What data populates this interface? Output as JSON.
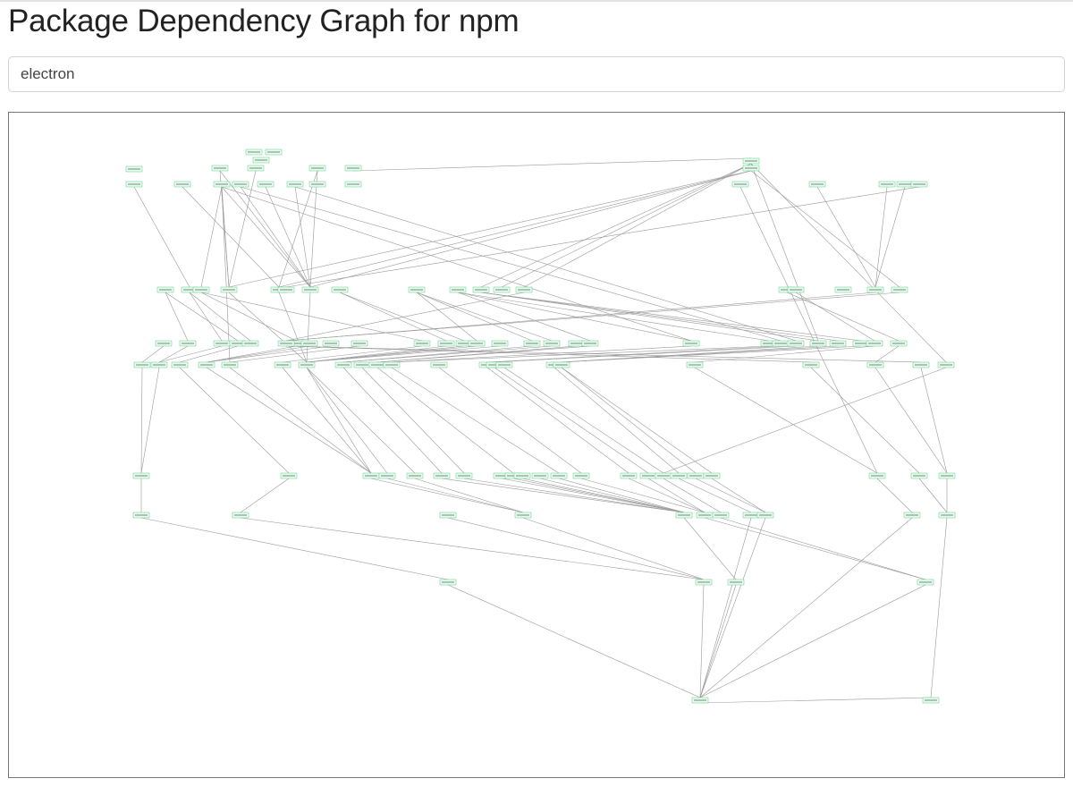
{
  "page": {
    "title": "Package Dependency Graph for npm"
  },
  "search": {
    "value": "electron"
  },
  "graph": {
    "node_fill": "#eafaf0",
    "node_stroke": "#5fd08a",
    "edge_color": "#9a9a9a",
    "nodes": [
      {
        "id": "a1"
      },
      {
        "id": "a2"
      },
      {
        "id": "a3"
      },
      {
        "id": "a4"
      },
      {
        "id": "a5"
      },
      {
        "id": "a6"
      },
      {
        "id": "a7"
      },
      {
        "id": "a8"
      },
      {
        "id": "a9"
      },
      {
        "id": "a10"
      },
      {
        "id": "a11"
      },
      {
        "id": "a12"
      },
      {
        "id": "a13"
      },
      {
        "id": "a14"
      },
      {
        "id": "a15"
      },
      {
        "id": "a16"
      },
      {
        "id": "a17"
      },
      {
        "id": "a18"
      },
      {
        "id": "a19"
      },
      {
        "id": "a20"
      },
      {
        "id": "a21"
      },
      {
        "id": "a22"
      },
      {
        "id": "a23"
      },
      {
        "id": "b1"
      },
      {
        "id": "b2"
      },
      {
        "id": "b3"
      },
      {
        "id": "b4"
      },
      {
        "id": "b5"
      },
      {
        "id": "b6"
      },
      {
        "id": "b7"
      },
      {
        "id": "b8"
      },
      {
        "id": "b9"
      },
      {
        "id": "b10"
      },
      {
        "id": "b11"
      },
      {
        "id": "b12"
      },
      {
        "id": "b13"
      },
      {
        "id": "b14"
      },
      {
        "id": "b15"
      },
      {
        "id": "b16"
      },
      {
        "id": "b17"
      },
      {
        "id": "b18"
      },
      {
        "id": "c1"
      },
      {
        "id": "c2"
      },
      {
        "id": "c3"
      },
      {
        "id": "c4"
      },
      {
        "id": "c5"
      },
      {
        "id": "c6"
      },
      {
        "id": "c7"
      },
      {
        "id": "c8"
      },
      {
        "id": "c9"
      },
      {
        "id": "c10"
      },
      {
        "id": "c11"
      },
      {
        "id": "c12"
      },
      {
        "id": "c13"
      },
      {
        "id": "c14"
      },
      {
        "id": "c15"
      },
      {
        "id": "c16"
      },
      {
        "id": "c17"
      },
      {
        "id": "c18"
      },
      {
        "id": "c19"
      },
      {
        "id": "c20"
      },
      {
        "id": "c21"
      },
      {
        "id": "c22"
      },
      {
        "id": "c23"
      },
      {
        "id": "c24"
      },
      {
        "id": "c25"
      },
      {
        "id": "c26"
      },
      {
        "id": "c27"
      },
      {
        "id": "c28"
      },
      {
        "id": "d1"
      },
      {
        "id": "d2"
      },
      {
        "id": "d3"
      },
      {
        "id": "d4"
      },
      {
        "id": "d5"
      },
      {
        "id": "d6"
      },
      {
        "id": "d7"
      },
      {
        "id": "d8"
      },
      {
        "id": "d9"
      },
      {
        "id": "d10"
      },
      {
        "id": "d11"
      },
      {
        "id": "d12"
      },
      {
        "id": "d13"
      },
      {
        "id": "d14"
      },
      {
        "id": "d15"
      },
      {
        "id": "d16"
      },
      {
        "id": "d17"
      },
      {
        "id": "d18"
      },
      {
        "id": "d19"
      },
      {
        "id": "d20"
      },
      {
        "id": "d21"
      },
      {
        "id": "d22"
      },
      {
        "id": "e1"
      },
      {
        "id": "e2"
      },
      {
        "id": "e3"
      },
      {
        "id": "e4"
      },
      {
        "id": "e5"
      },
      {
        "id": "e6"
      },
      {
        "id": "e7"
      },
      {
        "id": "e8"
      },
      {
        "id": "e9"
      },
      {
        "id": "e10"
      },
      {
        "id": "e11"
      },
      {
        "id": "e12"
      },
      {
        "id": "e13"
      },
      {
        "id": "e14"
      },
      {
        "id": "e15"
      },
      {
        "id": "e16"
      },
      {
        "id": "e17"
      },
      {
        "id": "e18"
      },
      {
        "id": "e19"
      },
      {
        "id": "e20"
      },
      {
        "id": "e21"
      },
      {
        "id": "e22"
      },
      {
        "id": "f1"
      },
      {
        "id": "f2"
      },
      {
        "id": "f3"
      },
      {
        "id": "f4"
      },
      {
        "id": "f5"
      },
      {
        "id": "f6"
      },
      {
        "id": "f7"
      },
      {
        "id": "f8"
      },
      {
        "id": "f9"
      },
      {
        "id": "f10"
      },
      {
        "id": "f11"
      },
      {
        "id": "g1"
      },
      {
        "id": "g2"
      },
      {
        "id": "g3"
      },
      {
        "id": "g4"
      },
      {
        "id": "g5"
      },
      {
        "id": "g6"
      }
    ],
    "edges": [
      [
        "a2",
        "b2"
      ],
      [
        "a3",
        "b5"
      ],
      [
        "a7",
        "b3"
      ],
      [
        "a7",
        "b4"
      ],
      [
        "a7",
        "b6"
      ],
      [
        "a7",
        "c19"
      ],
      [
        "a7",
        "d5"
      ],
      [
        "a8",
        "b4"
      ],
      [
        "a8",
        "b6"
      ],
      [
        "a9",
        "b6"
      ],
      [
        "a9",
        "c21"
      ],
      [
        "a10",
        "b4"
      ],
      [
        "a12",
        "b6"
      ],
      [
        "a12",
        "c22"
      ],
      [
        "a11",
        "b6"
      ],
      [
        "a13",
        "b6"
      ],
      [
        "a13",
        "b5"
      ],
      [
        "a14",
        "a15"
      ],
      [
        "a15",
        "b10"
      ],
      [
        "a15",
        "b11"
      ],
      [
        "a15",
        "b12"
      ],
      [
        "a15",
        "c23"
      ],
      [
        "a15",
        "d22"
      ],
      [
        "a16",
        "b17"
      ],
      [
        "a17",
        "e20"
      ],
      [
        "a18",
        "b16"
      ],
      [
        "a19",
        "b16"
      ],
      [
        "a20",
        "b16"
      ],
      [
        "a21",
        "b18"
      ],
      [
        "a16",
        "b6"
      ],
      [
        "a16",
        "b4"
      ],
      [
        "a16",
        "b5"
      ],
      [
        "b1",
        "c2"
      ],
      [
        "b1",
        "c4"
      ],
      [
        "b2",
        "c3"
      ],
      [
        "b2",
        "c5"
      ],
      [
        "b3",
        "c6"
      ],
      [
        "b3",
        "c10"
      ],
      [
        "b4",
        "d7"
      ],
      [
        "b5",
        "d7"
      ],
      [
        "b6",
        "d7"
      ],
      [
        "b7",
        "c11"
      ],
      [
        "b7",
        "c12"
      ],
      [
        "b8",
        "c13"
      ],
      [
        "b8",
        "c15"
      ],
      [
        "b8",
        "c16"
      ],
      [
        "b9",
        "c18"
      ],
      [
        "b9",
        "c19"
      ],
      [
        "b9",
        "c20"
      ],
      [
        "b10",
        "c23"
      ],
      [
        "b10",
        "c24"
      ],
      [
        "b10",
        "c25"
      ],
      [
        "b12",
        "c28"
      ],
      [
        "b14",
        "c26"
      ],
      [
        "b16",
        "c28"
      ],
      [
        "b17",
        "c28"
      ],
      [
        "b13",
        "c27"
      ],
      [
        "c1",
        "d1"
      ],
      [
        "c2",
        "d2"
      ],
      [
        "c3",
        "d2"
      ],
      [
        "c4",
        "d3"
      ],
      [
        "c6",
        "d4"
      ],
      [
        "c7",
        "d4"
      ],
      [
        "c8",
        "d4"
      ],
      [
        "c9",
        "d5"
      ],
      [
        "c10",
        "d6"
      ],
      [
        "c11",
        "d7"
      ],
      [
        "c12",
        "d7"
      ],
      [
        "c13",
        "d7"
      ],
      [
        "c14",
        "d7"
      ],
      [
        "c15",
        "d8"
      ],
      [
        "c16",
        "d8"
      ],
      [
        "c17",
        "d10"
      ],
      [
        "c18",
        "d10"
      ],
      [
        "c19",
        "d11"
      ],
      [
        "c20",
        "d11"
      ],
      [
        "c21",
        "d13"
      ],
      [
        "c22",
        "d14"
      ],
      [
        "c23",
        "d17"
      ],
      [
        "c24",
        "d17"
      ],
      [
        "c25",
        "d17"
      ],
      [
        "c26",
        "d18"
      ],
      [
        "c27",
        "d20"
      ],
      [
        "c28",
        "d19"
      ],
      [
        "c28",
        "d21"
      ],
      [
        "d1",
        "e1"
      ],
      [
        "d2",
        "e1"
      ],
      [
        "d3",
        "e2"
      ],
      [
        "d4",
        "e3"
      ],
      [
        "d5",
        "e3"
      ],
      [
        "d6",
        "e3"
      ],
      [
        "d7",
        "e3"
      ],
      [
        "d7",
        "e4"
      ],
      [
        "d7",
        "e5"
      ],
      [
        "d8",
        "e6"
      ],
      [
        "d9",
        "e7"
      ],
      [
        "d10",
        "e9"
      ],
      [
        "d11",
        "e12"
      ],
      [
        "d12",
        "e13"
      ],
      [
        "d13",
        "e14"
      ],
      [
        "d14",
        "e15"
      ],
      [
        "d15",
        "e16"
      ],
      [
        "d16",
        "e17"
      ],
      [
        "d17",
        "e18"
      ],
      [
        "d17",
        "e19"
      ],
      [
        "d18",
        "e20"
      ],
      [
        "d19",
        "e21"
      ],
      [
        "d20",
        "e22"
      ],
      [
        "d21",
        "e22"
      ],
      [
        "d22",
        "e16"
      ],
      [
        "e1",
        "f1"
      ],
      [
        "e2",
        "f2"
      ],
      [
        "e3",
        "f4"
      ],
      [
        "e4",
        "f4"
      ],
      [
        "e5",
        "f4"
      ],
      [
        "e6",
        "f5"
      ],
      [
        "e7",
        "f5"
      ],
      [
        "e8",
        "f5"
      ],
      [
        "e9",
        "f5"
      ],
      [
        "e10",
        "f5"
      ],
      [
        "e11",
        "f5"
      ],
      [
        "e12",
        "f5"
      ],
      [
        "e13",
        "f6"
      ],
      [
        "e14",
        "f6"
      ],
      [
        "e15",
        "f6"
      ],
      [
        "e16",
        "f7"
      ],
      [
        "e17",
        "f8"
      ],
      [
        "e18",
        "f9"
      ],
      [
        "e19",
        "f9"
      ],
      [
        "e20",
        "f10"
      ],
      [
        "e21",
        "f11"
      ],
      [
        "e22",
        "f11"
      ],
      [
        "f1",
        "g1"
      ],
      [
        "f2",
        "g2"
      ],
      [
        "f3",
        "g2"
      ],
      [
        "f4",
        "g2"
      ],
      [
        "f5",
        "g3"
      ],
      [
        "f6",
        "g4"
      ],
      [
        "f7",
        "g4"
      ],
      [
        "f8",
        "g5"
      ],
      [
        "f9",
        "g5"
      ],
      [
        "f10",
        "g5"
      ],
      [
        "f11",
        "g6"
      ],
      [
        "g2",
        "g5"
      ],
      [
        "g3",
        "g5"
      ],
      [
        "g4",
        "g5"
      ],
      [
        "g1",
        "g5"
      ],
      [
        "g5",
        "g6"
      ]
    ]
  }
}
